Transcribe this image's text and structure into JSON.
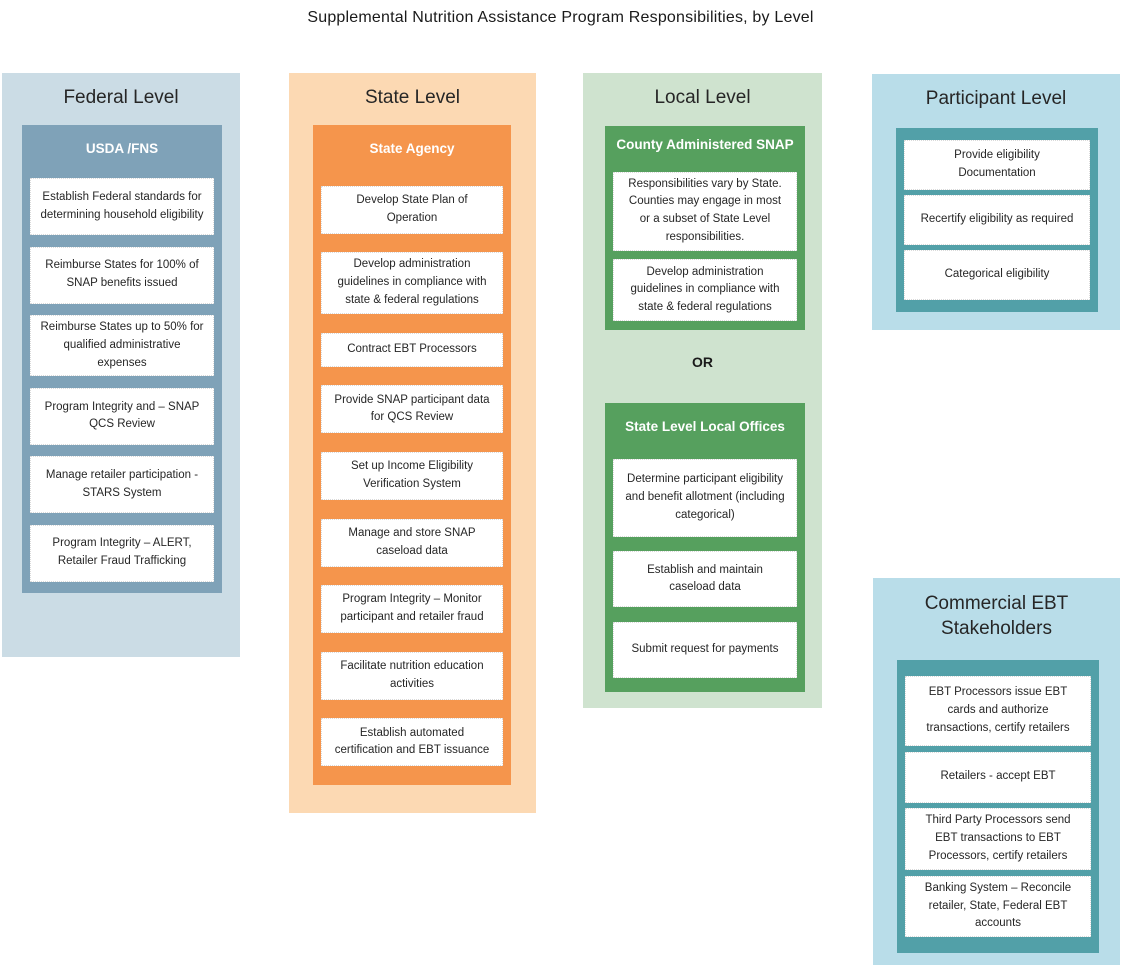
{
  "title": "Supplemental Nutrition Assistance Program Responsibilities, by Level",
  "or_connector": "OR",
  "colors": {
    "federal_panel": "#cbdce5",
    "federal_group": "#7fa2b8",
    "state_panel": "#fcd9b3",
    "state_group": "#f5954c",
    "local_panel": "#cfe3cf",
    "local_group": "#56a05e",
    "participant_panel": "#b9dde9",
    "participant_group": "#52a0a8",
    "task_box_background": "#ffffff",
    "text_dark": "#262626"
  },
  "columns": [
    {
      "label": "Federal Level",
      "groups": [
        {
          "header": "USDA /FNS",
          "items": [
            "Establish Federal standards for determining household eligibility",
            "Reimburse States for 100% of SNAP benefits issued",
            "Reimburse States up to 50% for qualified administrative expenses",
            "Program Integrity and – SNAP QCS Review",
            "Manage retailer participation - STARS System",
            "Program Integrity – ALERT, Retailer Fraud Trafficking"
          ]
        }
      ]
    },
    {
      "label": "State Level",
      "groups": [
        {
          "header": "State Agency",
          "items": [
            "Develop State Plan of Operation",
            "Develop administration guidelines in compliance with state & federal regulations",
            "Contract EBT Processors",
            "Provide SNAP participant data for QCS Review",
            "Set up Income Eligibility Verification System",
            "Manage and store SNAP caseload data",
            "Program Integrity – Monitor participant and retailer fraud",
            "Facilitate nutrition education activities",
            "Establish automated certification and EBT issuance"
          ]
        }
      ]
    },
    {
      "label": "Local Level",
      "groups": [
        {
          "header": "County Administered SNAP",
          "items": [
            "Responsibilities vary by State. Counties may engage in most or a subset of State Level responsibilities.",
            "Develop administration guidelines in compliance with state & federal regulations"
          ]
        },
        {
          "header": "State Level Local Offices",
          "items": [
            "Determine participant eligibility and benefit allotment (including categorical)",
            "Establish and maintain caseload data",
            "Submit request for payments"
          ]
        }
      ]
    },
    {
      "label": "Participant Level",
      "groups": [
        {
          "header": null,
          "items": [
            "Provide eligibility Documentation",
            "Recertify eligibility as required",
            "Categorical eligibility"
          ]
        }
      ]
    },
    {
      "label": "Commercial EBT Stakeholders",
      "groups": [
        {
          "header": null,
          "items": [
            "EBT Processors issue EBT cards and authorize transactions, certify retailers",
            "Retailers - accept EBT",
            "Third Party Processors send EBT transactions to EBT Processors, certify retailers",
            "Banking System – Reconcile retailer, State, Federal EBT accounts"
          ]
        }
      ]
    }
  ]
}
